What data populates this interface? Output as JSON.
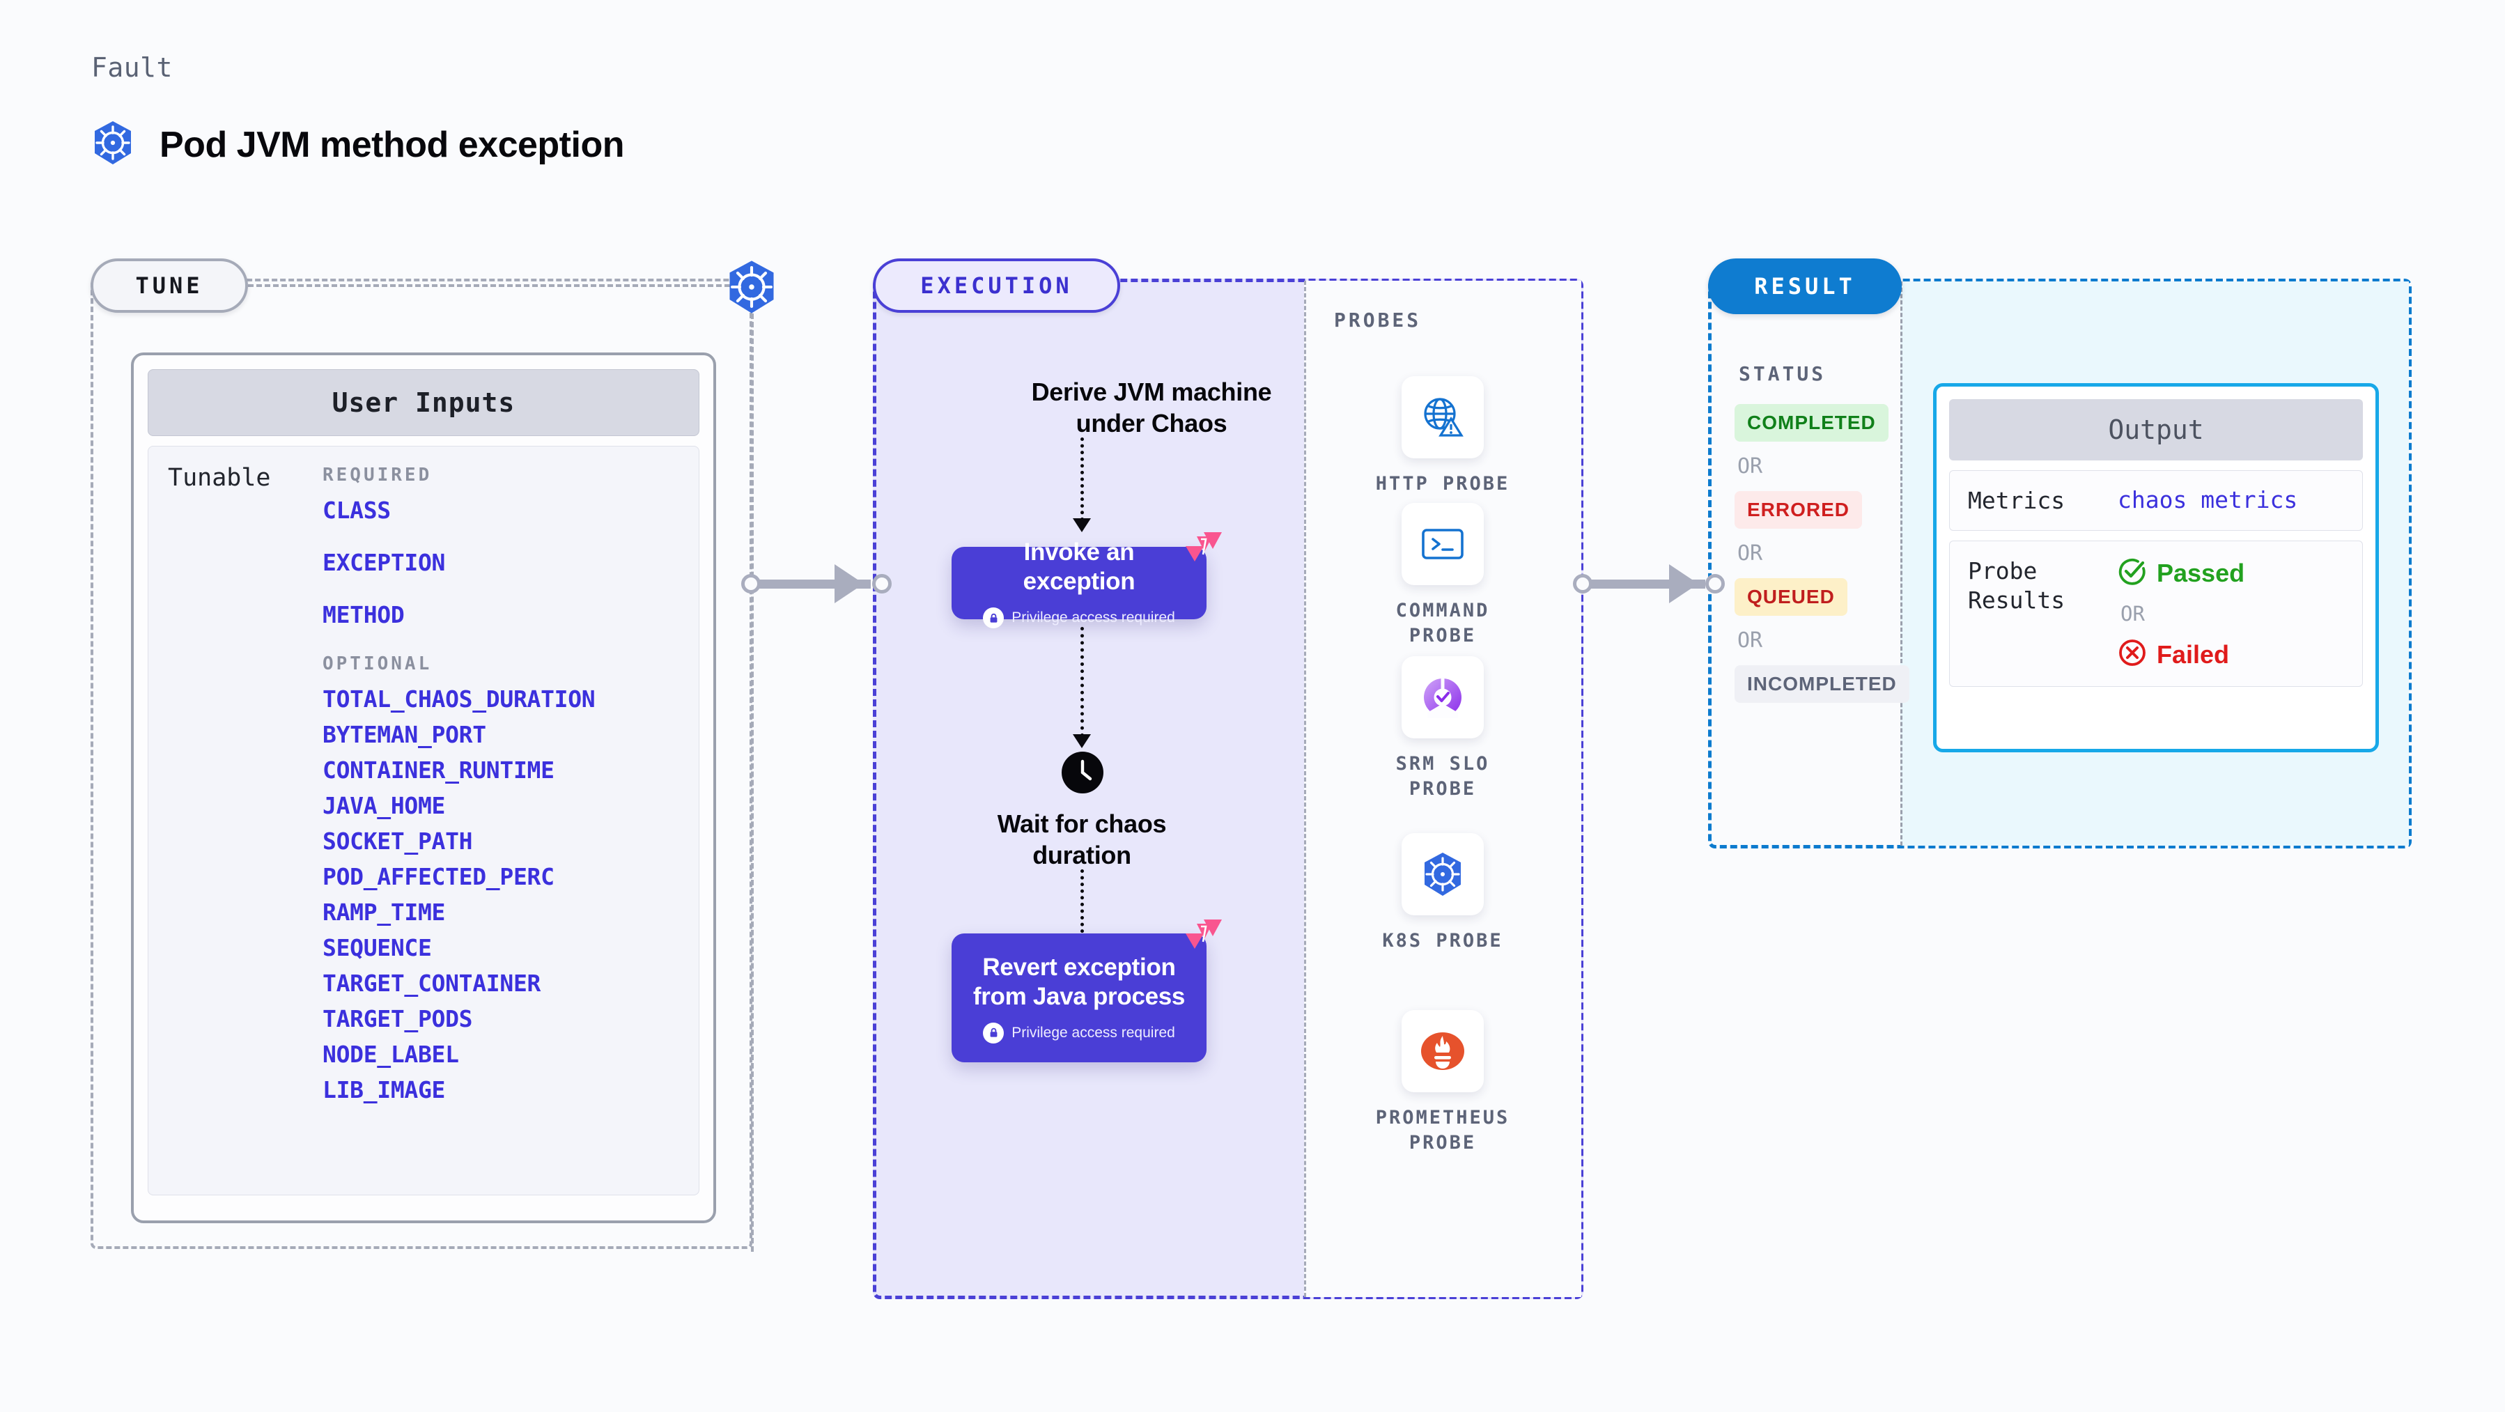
{
  "header": {
    "kicker": "Fault",
    "title": "Pod JVM method exception",
    "icon": "kubernetes-icon"
  },
  "stages": {
    "tune": "TUNE",
    "execution": "EXECUTION",
    "result": "RESULT"
  },
  "tune": {
    "card_title": "User Inputs",
    "tunable_label": "Tunable",
    "required_heading": "REQUIRED",
    "optional_heading": "OPTIONAL",
    "required": [
      "CLASS",
      "EXCEPTION",
      "METHOD"
    ],
    "optional": [
      "TOTAL_CHAOS_DURATION",
      "BYTEMAN_PORT",
      "CONTAINER_RUNTIME",
      "JAVA_HOME",
      "SOCKET_PATH",
      "POD_AFFECTED_PERC",
      "RAMP_TIME",
      "SEQUENCE",
      "TARGET_CONTAINER",
      "TARGET_PODS",
      "NODE_LABEL",
      "LIB_IMAGE"
    ]
  },
  "execution": {
    "step1_title": "Derive JVM machine\nunder Chaos",
    "action1": {
      "title": "Invoke an exception",
      "note": "Privilege access required",
      "note_icon": "lock-icon",
      "corner_icon": "litmus-chaos-icon"
    },
    "wait": {
      "icon": "clock-icon",
      "title": "Wait for chaos\nduration"
    },
    "action2": {
      "title": "Revert exception\nfrom Java process",
      "note": "Privilege access required",
      "note_icon": "lock-icon",
      "corner_icon": "litmus-chaos-icon"
    }
  },
  "probes": {
    "heading": "PROBES",
    "items": [
      {
        "label": "HTTP  PROBE",
        "icon": "globe-warning-icon"
      },
      {
        "label": "COMMAND\nPROBE",
        "icon": "terminal-icon"
      },
      {
        "label": "SRM  SLO\nPROBE",
        "icon": "srm-slo-donut-icon"
      },
      {
        "label": "K8S  PROBE",
        "icon": "kubernetes-icon"
      },
      {
        "label": "PROMETHEUS\nPROBE",
        "icon": "prometheus-icon"
      }
    ]
  },
  "result": {
    "status_heading": "STATUS",
    "or_label": "OR",
    "statuses": [
      {
        "label": "COMPLETED",
        "color": "#10801a",
        "bg": "#d9f5dc"
      },
      {
        "label": "ERRORED",
        "color": "#cf1f1f",
        "bg": "#fdeaea"
      },
      {
        "label": "QUEUED",
        "color": "#c01e1e",
        "bg": "#fdf0c8"
      },
      {
        "label": "INCOMPLETED",
        "color": "#5d6478",
        "bg": "#eff0f5"
      }
    ],
    "output": {
      "title": "Output",
      "metrics_key": "Metrics",
      "metrics_value": "chaos metrics",
      "probe_results_key": "Probe\nResults",
      "passed": "Passed",
      "passed_icon": "check-circle-icon",
      "passed_color": "#22a11f",
      "or_label": "OR",
      "failed": "Failed",
      "failed_icon": "x-circle-icon",
      "failed_color": "#e01b1b"
    }
  },
  "colors": {
    "tune_accent": "#a5aab8",
    "exec_accent": "#4a40d6",
    "result_accent": "#0c7bce",
    "action_box": "#4a3ed6",
    "param_text": "#3b30dd",
    "litmus_pink": "#f9558f"
  }
}
